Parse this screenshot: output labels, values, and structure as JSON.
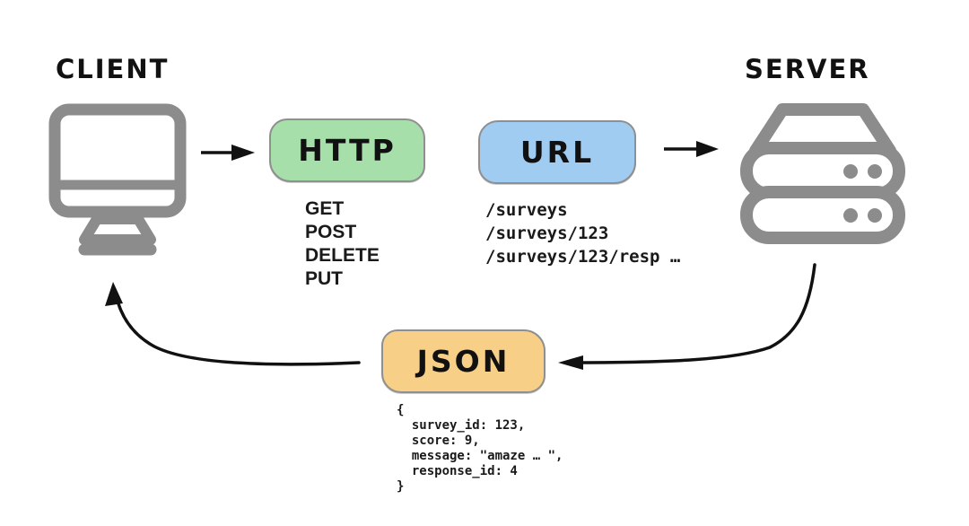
{
  "diagram": {
    "client": {
      "label": "CLIENT"
    },
    "server": {
      "label": "SERVER"
    },
    "http_box": {
      "label": "HTTP",
      "methods": [
        "GET",
        "POST",
        "DELETE",
        "PUT"
      ]
    },
    "url_box": {
      "label": "URL",
      "paths": [
        "/surveys",
        "/surveys/123",
        "/surveys/123/resp …"
      ]
    },
    "json_box": {
      "label": "JSON",
      "payload_lines": [
        "{",
        "  survey_id: 123,",
        "  score: 9,",
        "  message: \"amaze … \",",
        "  response_id: 4",
        "}"
      ]
    },
    "colors": {
      "http_box_fill": "#a7dfab",
      "url_box_fill": "#a0ccf1",
      "json_box_fill": "#f8cf87",
      "icon_gray": "#8c8c8c",
      "arrow_black": "#111111",
      "box_border": "#8f8f8f"
    }
  }
}
